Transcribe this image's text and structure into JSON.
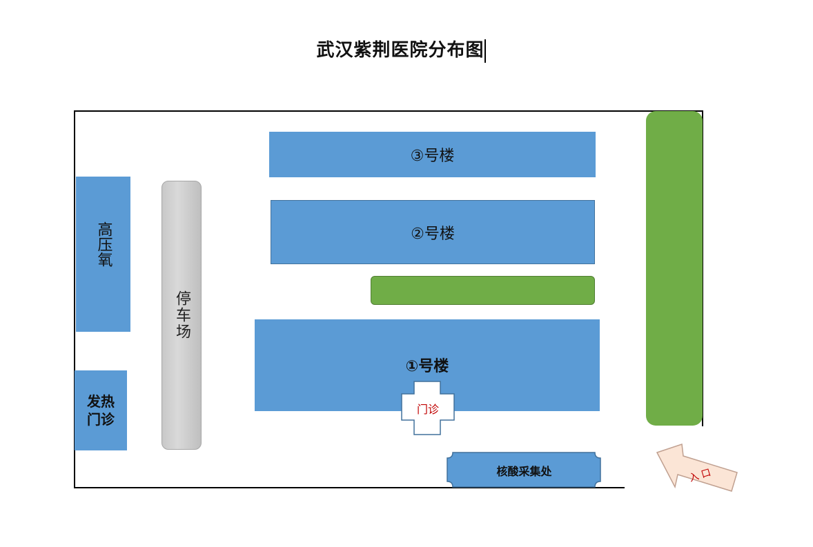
{
  "title": "武汉紫荆医院分布图",
  "buildings": {
    "b3": "③号楼",
    "b2": "②号楼",
    "b1": "①号楼",
    "hyperbaric": "高压氧",
    "fever_clinic": "发热门诊",
    "parking": "停车场",
    "outpatient": "门诊",
    "nucleic_acid": "核酸采集处"
  },
  "entrance": {
    "label": "入口"
  },
  "colors": {
    "building_blue": "#5b9bd5",
    "green_zone": "#70ad47",
    "parking_gray": "#d0d0d0",
    "outpatient_text": "#c00000",
    "entrance_arrow": "#fbe5d6"
  }
}
